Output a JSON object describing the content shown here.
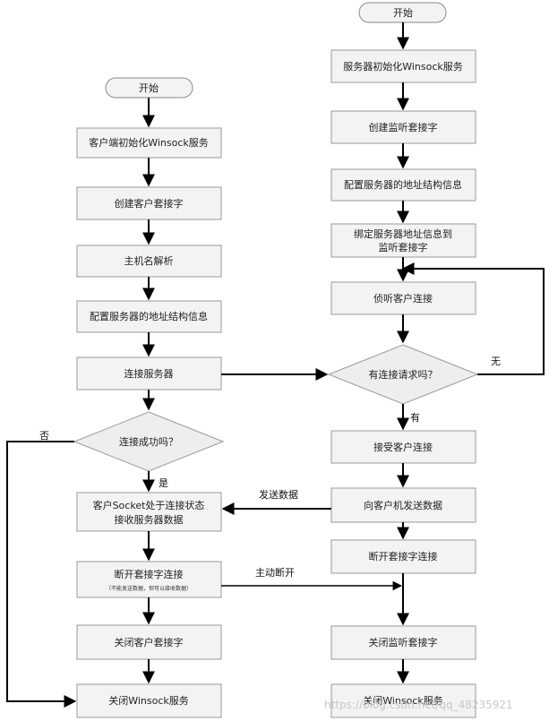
{
  "client": {
    "start": "开始",
    "steps": [
      "客户端初始化Winsock服务",
      "创建客户套接字",
      "主机名解析",
      "配置服务器的地址结构信息",
      "连接服务器"
    ],
    "decision": "连接成功吗？",
    "yes_label": "是",
    "no_label": "否",
    "receive": [
      "客户Socket处于连接状态",
      "接收服务器数据"
    ],
    "disconnect": "断开套接字连接",
    "disconnect_note": "（不能发送数据，但可以接收数据）",
    "close_socket": "关闭客户套接字",
    "close_winsock": "关闭Winsock服务"
  },
  "server": {
    "start": "开始",
    "steps": [
      "服务器初始化Winsock服务",
      "创建监听套接字",
      "配置服务器的地址结构信息"
    ],
    "bind": [
      "绑定服务器地址信息到",
      "监听套接字"
    ],
    "listen": "侦听客户连接",
    "decision": "有连接请求吗？",
    "yes_label": "有",
    "no_label": "无",
    "accept": "接受客户连接",
    "send": "向客户机发送数据",
    "disconnect": "断开套接字连接",
    "close_socket": "关闭监听套接字",
    "close_winsock": "关闭Winsock服务"
  },
  "cross": {
    "send_data": "发送数据",
    "active_disconnect": "主动断开"
  },
  "watermark": "https://blog.csdn.net/qq_48235921"
}
